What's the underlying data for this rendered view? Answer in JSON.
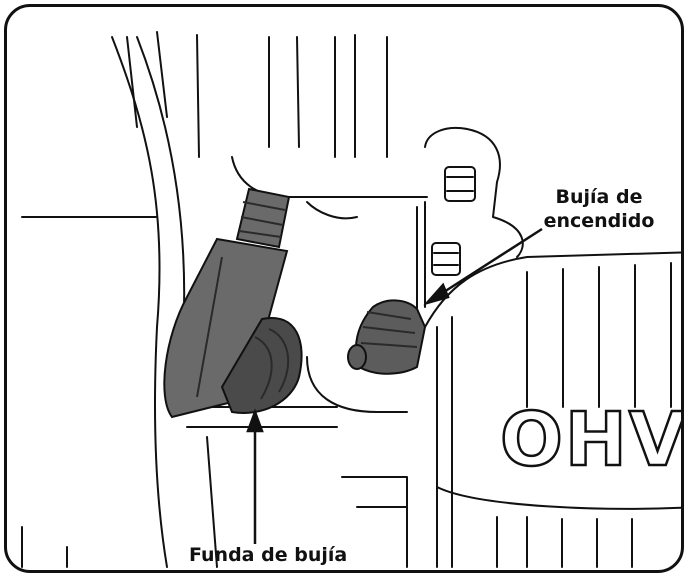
{
  "labels": {
    "spark_plug": [
      "Bujía de",
      "encendido"
    ],
    "spark_plug_boot": "Funda de bujía",
    "engine_marking": "OHV"
  },
  "colors": {
    "line": "#111111",
    "boot_fill": "#6a6a6a",
    "boot_shade": "#4a4a4a",
    "plug_fill": "#5c5c5c"
  }
}
